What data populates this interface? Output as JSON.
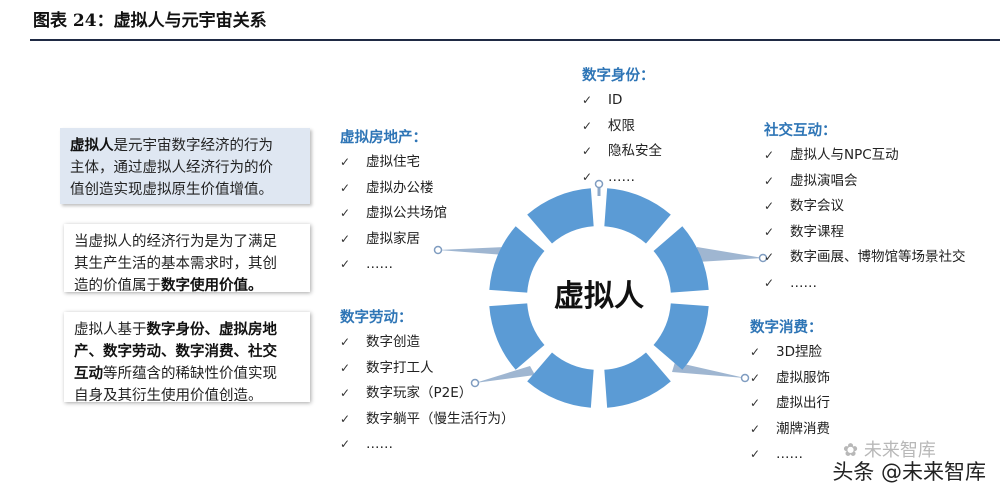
{
  "header": {
    "title": "图表 24：虚拟人与元宇宙关系"
  },
  "descriptions": [
    {
      "lines": [
        [
          {
            "t": "虚拟人",
            "b": true
          },
          {
            "t": "是元宇宙数字经济的行为"
          }
        ],
        [
          {
            "t": "主体，通过虚拟人经济行为的价"
          }
        ],
        [
          {
            "t": "值创造实现虚拟原生价值增值。"
          }
        ]
      ]
    },
    {
      "lines": [
        [
          {
            "t": "当虚拟人的经济行为是为了满足"
          }
        ],
        [
          {
            "t": "其生产生活的基本需求时，其创"
          }
        ],
        [
          {
            "t": "造的价值属于"
          },
          {
            "t": "数字使用价值。",
            "b": true
          }
        ]
      ]
    },
    {
      "lines": [
        [
          {
            "t": "虚拟人基于"
          },
          {
            "t": "数字身份、虚拟房地",
            "b": true
          }
        ],
        [
          {
            "t": "产、数字劳动、数字消费、社交",
            "b": true
          }
        ],
        [
          {
            "t": "互动",
            "b": true
          },
          {
            "t": "等所蕴含的稀缺性价值实现"
          }
        ],
        [
          {
            "t": "自身及其衍生使用价值创造。"
          }
        ]
      ]
    }
  ],
  "center": {
    "label": "虚拟人"
  },
  "groups": [
    {
      "id": "identity",
      "title": "数字身份：",
      "items": [
        "ID",
        "权限",
        "隐私安全",
        "……"
      ]
    },
    {
      "id": "real-estate",
      "title": "虚拟房地产：",
      "items": [
        "虚拟住宅",
        "虚拟办公楼",
        "虚拟公共场馆",
        "虚拟家居",
        "……"
      ]
    },
    {
      "id": "social",
      "title": "社交互动：",
      "items": [
        "虚拟人与NPC互动",
        "虚拟演唱会",
        "数字会议",
        "数字课程",
        "数字画展、博物馆等场景社交",
        "……"
      ]
    },
    {
      "id": "labor",
      "title": "数字劳动：",
      "items": [
        "数字创造",
        "数字打工人",
        "数字玩家（P2E）",
        "数字躺平（慢生活行为）",
        "……"
      ]
    },
    {
      "id": "consumption",
      "title": "数字消费：",
      "items": [
        "3D捏脸",
        "虚拟服饰",
        "虚拟出行",
        "潮牌消费",
        "……"
      ]
    }
  ],
  "check_symbol": "✓",
  "watermark": {
    "text": "头条 @未来智库",
    "logo_text": "未来智库"
  },
  "colors": {
    "ring": "#5b9bd5",
    "title_blue": "#2e75b6",
    "connector": "#8ea9c9"
  }
}
